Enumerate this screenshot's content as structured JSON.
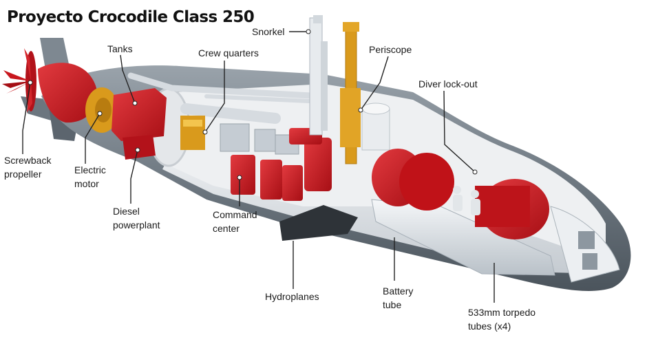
{
  "title": "Proyecto Crocodile Class 250",
  "labels": {
    "screwback_propeller": [
      "Screwback",
      "propeller"
    ],
    "electric_motor": [
      "Electric",
      "motor"
    ],
    "tanks": "Tanks",
    "diesel_powerplant": [
      "Diesel",
      "powerplant"
    ],
    "crew_quarters": "Crew quarters",
    "command_center": [
      "Command",
      "center"
    ],
    "snorkel": "Snorkel",
    "periscope": "Periscope",
    "hydroplanes": "Hydroplanes",
    "diver_lock_out": "Diver lock-out",
    "battery_tube": [
      "Battery",
      "tube"
    ],
    "torpedo_tubes": [
      "533mm torpedo",
      "tubes (x4)"
    ]
  },
  "colors": {
    "hull": "#8c959e",
    "hull_dark": "#4f5861",
    "interior": "#f1f2f3",
    "equipment_red": "#c8161d",
    "mast_yellow": "#d99a1c",
    "pipe": "#dfe3e7",
    "leader_line": "#222222"
  }
}
